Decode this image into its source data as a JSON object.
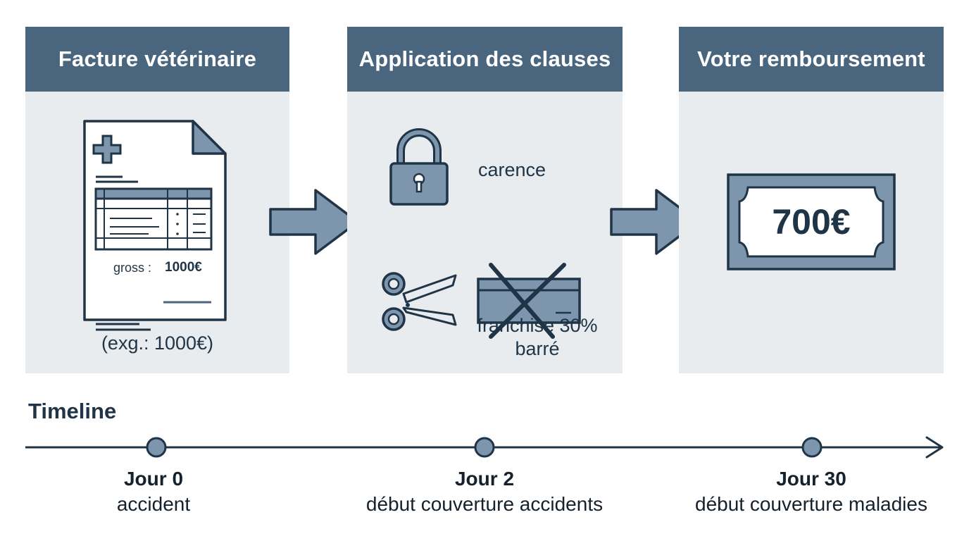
{
  "panels": {
    "invoice": {
      "title": "Facture vétérinaire",
      "gross_label": "gross :",
      "gross_value": "1000€",
      "caption": "(exg.: 1000€)",
      "icon": "invoice-document-icon"
    },
    "clauses": {
      "title": "Application des clauses",
      "carence_label": "carence",
      "franchise_label_line1": "franchise 30%",
      "franchise_label_line2": "barré",
      "icons": [
        "padlock-icon",
        "scissors-icon",
        "crossed-card-icon"
      ]
    },
    "refund": {
      "title": "Votre remboursement",
      "amount": "700€",
      "icon": "banknote-icon"
    }
  },
  "timeline": {
    "title": "Timeline",
    "points": [
      {
        "day": "Jour 0",
        "label": "accident"
      },
      {
        "day": "Jour 2",
        "label": "début couverture accidents"
      },
      {
        "day": "Jour 30",
        "label": "début couverture maladies"
      }
    ]
  },
  "colors": {
    "header": "#4a667f",
    "panel_bg": "#e9ecef",
    "icon_fill": "#7d96ad",
    "outline": "#1f3446"
  }
}
